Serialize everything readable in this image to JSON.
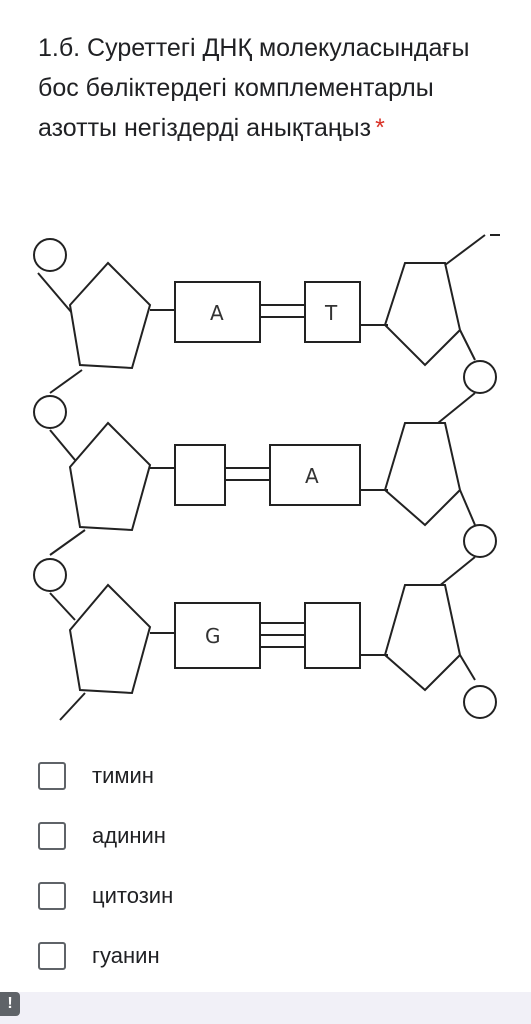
{
  "question": {
    "title": "1.б. Суреттегі ДНҚ молекуласындағы бос бөліктердегі комплементарлы азотты негіздерді анықтаңыз",
    "required_mark": "*"
  },
  "diagram": {
    "pairs": [
      {
        "left": "A",
        "right": "T"
      },
      {
        "left": "",
        "right": "A"
      },
      {
        "left": "G",
        "right": ""
      }
    ]
  },
  "options": [
    {
      "label": "тимин",
      "checked": false
    },
    {
      "label": "адинин",
      "checked": false
    },
    {
      "label": "цитозин",
      "checked": false
    },
    {
      "label": "гуанин",
      "checked": false
    }
  ],
  "footer": {
    "badge": "!"
  },
  "colors": {
    "required": "#d93025",
    "checkbox_border": "#5f6368"
  }
}
